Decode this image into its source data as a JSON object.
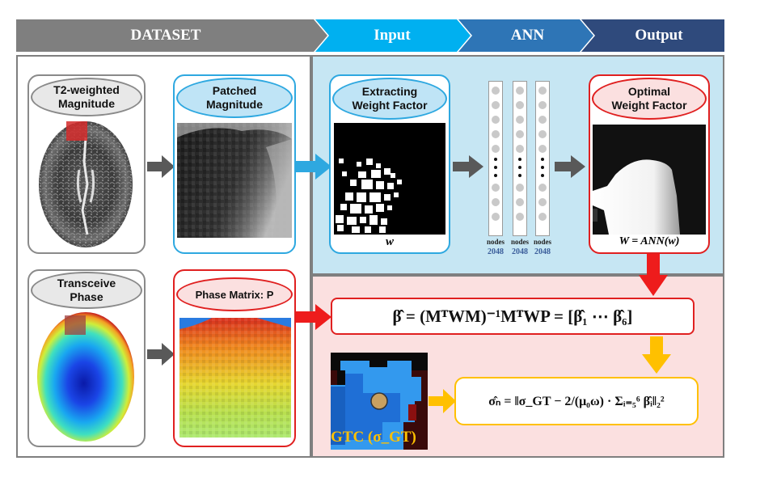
{
  "banner": {
    "dataset": "DATASET",
    "input": "Input",
    "ann": "ANN",
    "output": "Output",
    "colors": {
      "dataset": "#7f7f7f",
      "input": "#00b0f0",
      "ann": "#2e75b6",
      "output": "#2f4a7c"
    }
  },
  "dataset": {
    "t2_label": "T2-weighted\nMagnitude",
    "transceive_label": "Transceive\nPhase",
    "patched_label": "Patched\nMagnitude",
    "phase_matrix_label": "Phase Matrix: P"
  },
  "input": {
    "extract_label": "Extracting\nWeight Factor",
    "w_caption": "w"
  },
  "ann": {
    "layers": [
      {
        "label": "nodes",
        "count": "2048"
      },
      {
        "label": "nodes",
        "count": "2048"
      },
      {
        "label": "nodes",
        "count": "2048"
      }
    ]
  },
  "output": {
    "optimal_label": "Optimal\nWeight Factor",
    "W_caption": "W = ANN(w)"
  },
  "equations": {
    "beta": "β̂ = (MᵀWM)⁻¹MᵀWP = [β̂₁ ⋯ β̂₆]",
    "sigma": "σ̂ₙ = ‖σ_GT − 2/(μ₀ω) · Σᵢ₌₅⁶ β̂ᵢ‖₂²"
  },
  "gtc": {
    "label": "GTC (σ_GT)"
  }
}
